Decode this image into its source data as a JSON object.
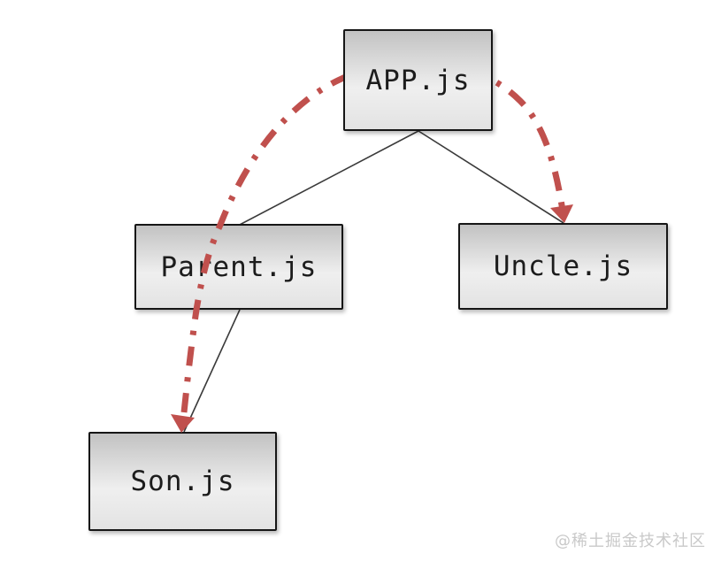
{
  "diagram": {
    "nodes": [
      {
        "id": "app",
        "label": "APP.js"
      },
      {
        "id": "parent",
        "label": "Parent.js"
      },
      {
        "id": "uncle",
        "label": "Uncle.js"
      },
      {
        "id": "son",
        "label": "Son.js"
      }
    ],
    "tree_edges": [
      {
        "from": "APP.js",
        "to": "Parent.js"
      },
      {
        "from": "APP.js",
        "to": "Uncle.js"
      },
      {
        "from": "Parent.js",
        "to": "Son.js"
      }
    ],
    "dashed_arrow": {
      "style": "dash-dot curve",
      "passes_over": [
        "Parent.js"
      ],
      "hidden_behind": [
        "APP.js"
      ],
      "arrowheads_at": [
        "Uncle.js",
        "Son.js"
      ]
    },
    "watermark": "@稀土掘金技术社区",
    "colors": {
      "arrow": "#c0504d",
      "line": "#3a3a3a",
      "box_border": "#161616",
      "box_fill_top": "#c2c2c2",
      "box_fill_bottom": "#e3e3e3",
      "text": "#1c1c1c",
      "watermark_gray": "#c9c9c9"
    }
  }
}
